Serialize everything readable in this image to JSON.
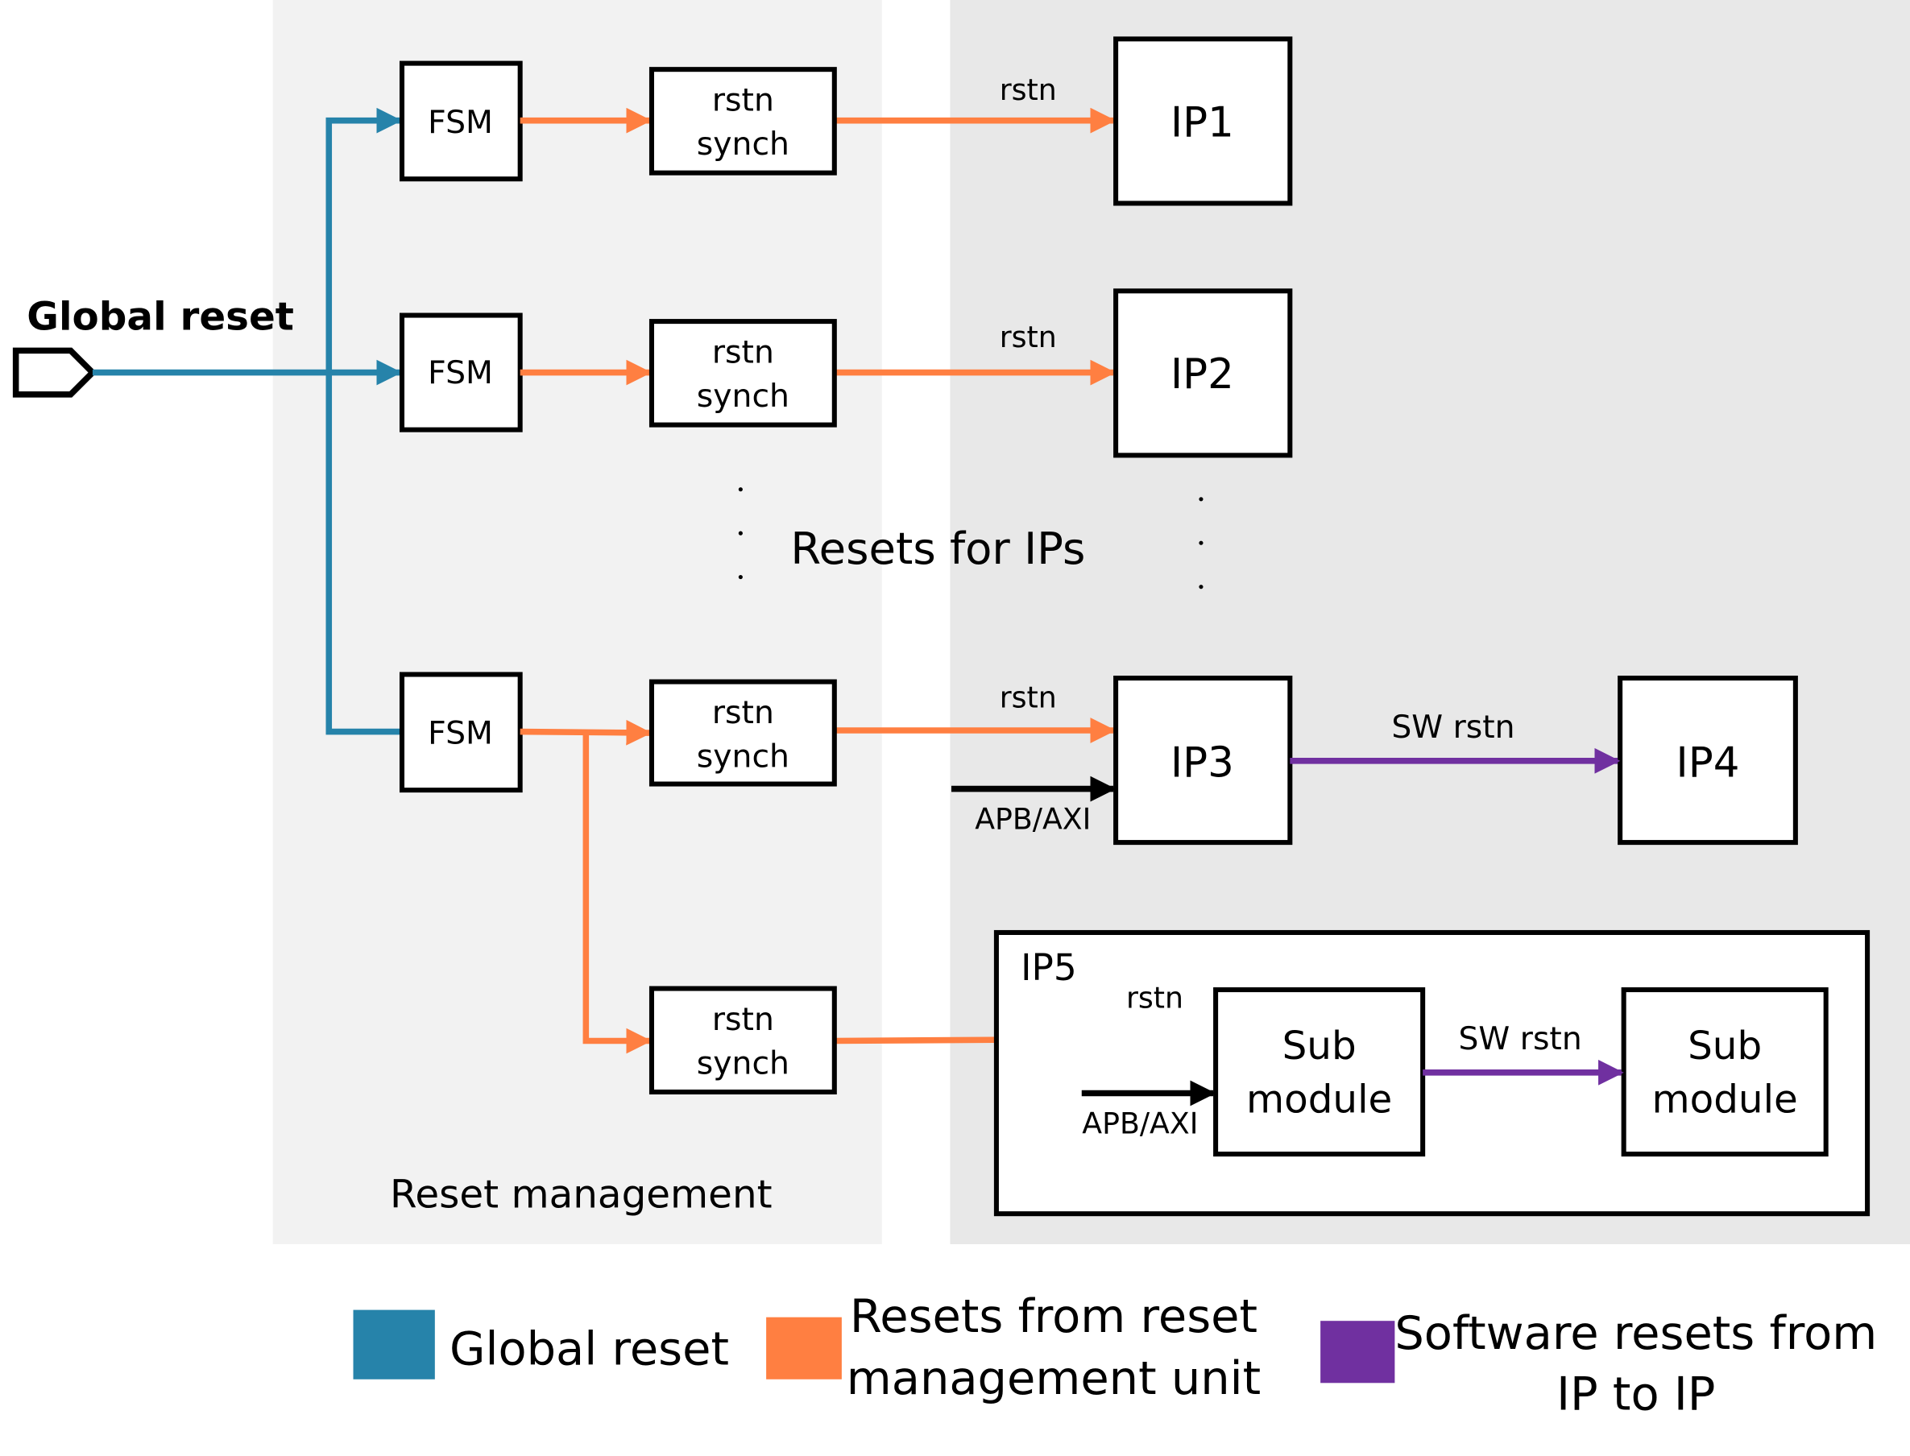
{
  "colors": {
    "global_reset": "#2683AA",
    "rmu_reset": "#FF7F41",
    "sw_reset": "#7030A0",
    "left_panel_bg": "#F2F2F2",
    "right_panel_bg": "#E8E8E8"
  },
  "diagram": {
    "global_reset_label": "Global reset",
    "reset_management_label": "Reset management",
    "resets_for_ips_label": "Resets for IPs",
    "fsm_label": "FSM",
    "synch_line1": "rstn",
    "synch_line2": "synch",
    "rstn_label": "rstn",
    "sw_rstn_label": "SW rstn",
    "bus_label": "APB/AXI",
    "ips": [
      "IP1",
      "IP2",
      "IP3",
      "IP4",
      "IP5"
    ],
    "sub_module_line1": "Sub",
    "sub_module_line2": "module",
    "ellipsis_dot": "."
  },
  "legend": {
    "items": [
      {
        "lines": [
          "Global reset"
        ],
        "color": "#2683AA"
      },
      {
        "lines": [
          "Resets from reset",
          "management unit"
        ],
        "color": "#FF7F41"
      },
      {
        "lines": [
          "Software resets from",
          "IP to IP"
        ],
        "color": "#7030A0"
      }
    ]
  }
}
